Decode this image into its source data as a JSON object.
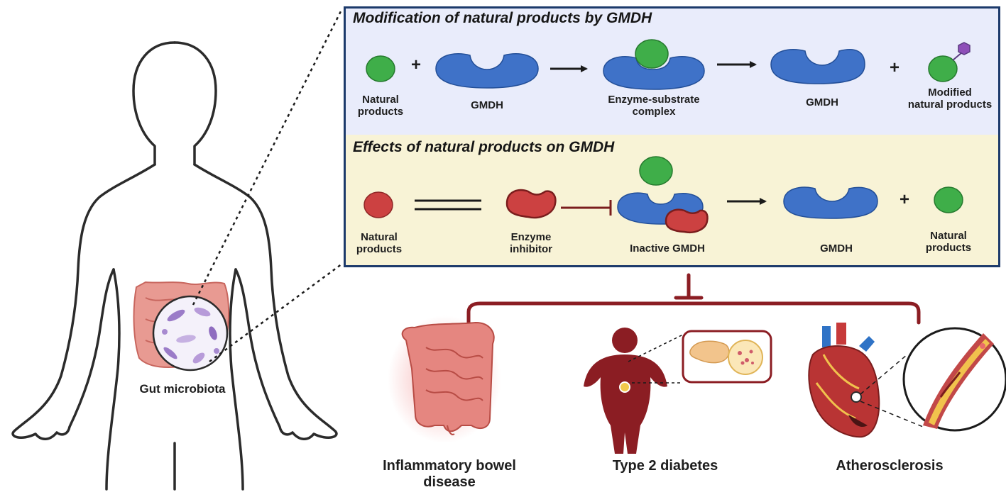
{
  "modification": {
    "title": "Modification of natural products by GMDH",
    "labels": {
      "natural_products": "Natural\nproducts",
      "gmdh_1": "GMDH",
      "complex": "Enzyme-substrate\ncomplex",
      "gmdh_2": "GMDH",
      "modified": "Modified\nnatural products"
    },
    "operators": {
      "plus_1": "+",
      "plus_2": "+"
    }
  },
  "effects": {
    "title": "Effects of natural products on GMDH",
    "labels": {
      "natural_products": "Natural\nproducts",
      "enzyme_inhibitor": "Enzyme\ninhibitor",
      "inactive_gmdh": "Inactive GMDH",
      "gmdh": "GMDH",
      "natural_products_2": "Natural\nproducts"
    },
    "operators": {
      "plus": "+"
    }
  },
  "body": {
    "gut_label": "Gut microbiota"
  },
  "diseases": {
    "ibd": "Inflammatory bowel\ndisease",
    "t2d": "Type 2 diabetes",
    "athero": "Atherosclerosis"
  },
  "colors": {
    "enzyme_blue": "#3f72c8",
    "substrate_green": "#3fae49",
    "inhibitor_red": "#cc4141",
    "modification_bg": "#e9ecfb",
    "effects_bg": "#f8f3d6",
    "panel_border": "#1c3a6b",
    "disease_red": "#8b1d23",
    "modifier_purple": "#8e4fb8"
  },
  "icons": [
    "human-outline-icon",
    "intestine-icon",
    "microbiota-magnifier-icon",
    "enzyme-icon",
    "substrate-icon",
    "inhibitor-icon",
    "pancreas-icon",
    "heart-icon",
    "artery-plaque-icon"
  ]
}
